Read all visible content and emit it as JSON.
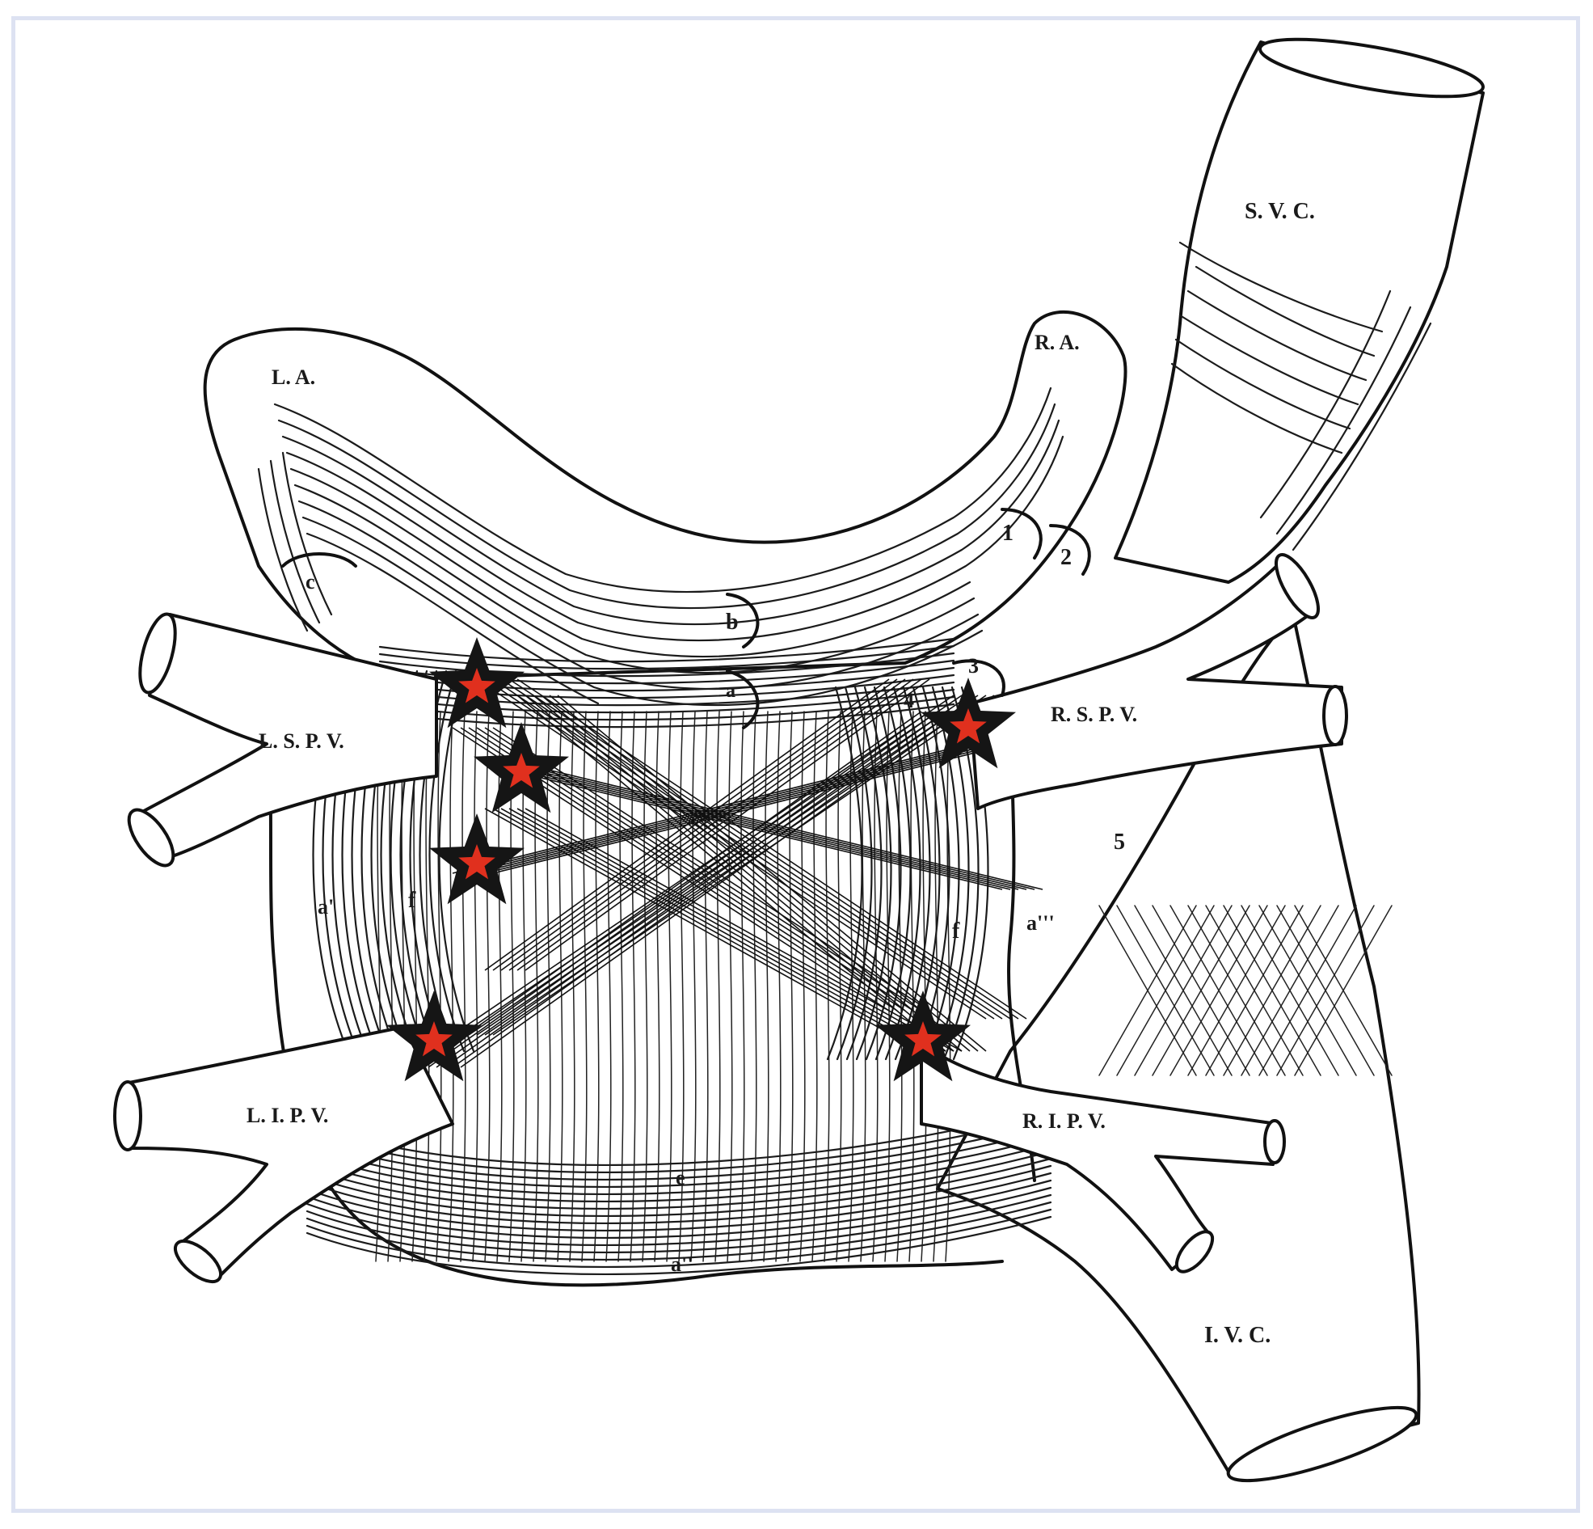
{
  "figure": {
    "labels": {
      "svc": "S. V. C.",
      "ivc": "I. V. C.",
      "ra": "R. A.",
      "la": "L. A.",
      "lspv": "L. S. P. V.",
      "lipv": "L. I. P. V.",
      "rspv": "R. S. P. V.",
      "ripv": "R. I. P. V.",
      "bundle_a": "a",
      "bundle_b": "b",
      "bundle_c": "c",
      "bundle_f_left": "f",
      "bundle_f_right": "f",
      "bundle_a_left": "a'",
      "bundle_a_right": "a'''",
      "bundle_e": "e",
      "bundle_a_bottom": "a''",
      "num_1": "1",
      "num_2": "2",
      "num_3": "3",
      "num_4": "4",
      "num_5": "5"
    },
    "colors": {
      "frame_border": "#dde2f2",
      "line": "#111111",
      "star_outer": "#151515",
      "star_inner": "#e0301e"
    },
    "markers": {
      "icon": "star-icon",
      "count": 6
    }
  }
}
